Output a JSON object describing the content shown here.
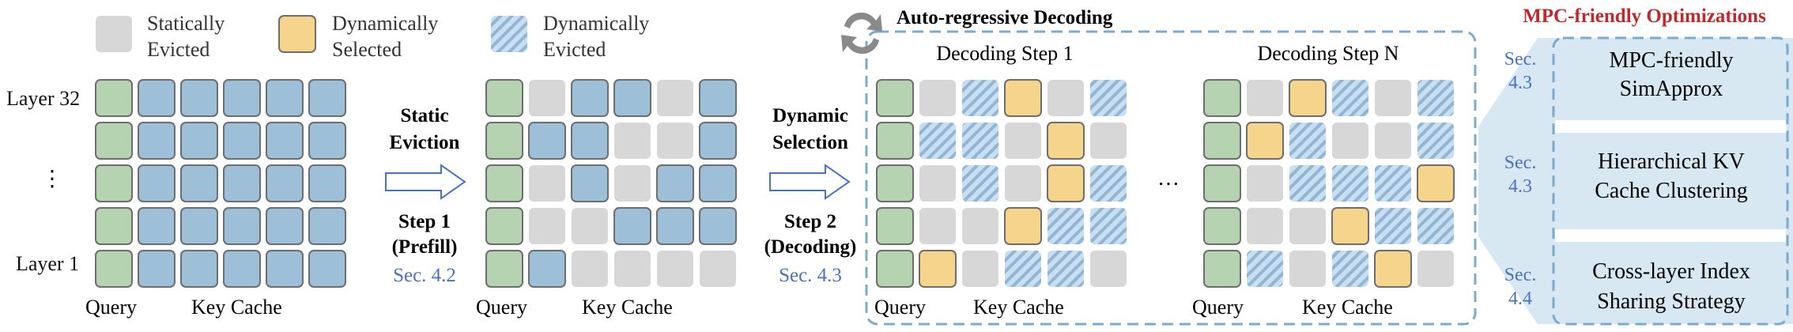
{
  "legend": {
    "static_l1": "Statically",
    "static_l2": "Evicted",
    "dynsel_l1": "Dynamically",
    "dynsel_l2": "Selected",
    "dynev_l1": "Dynamically",
    "dynev_l2": "Evicted"
  },
  "layers": {
    "top": "Layer 32",
    "dots": "⋮",
    "bottom": "Layer 1"
  },
  "labels": {
    "query": "Query",
    "key_cache": "Key Cache",
    "hdots": "…"
  },
  "step1": {
    "l1": "Static",
    "l2": "Eviction",
    "l3": "Step 1",
    "l4": "(Prefill)",
    "sec": "Sec. 4.2"
  },
  "step2": {
    "l1": "Dynamic",
    "l2": "Selection",
    "l3": "Step 2",
    "l4": "(Decoding)",
    "sec": "Sec. 4.3"
  },
  "autoreg": {
    "title": "Auto-regressive Decoding",
    "step_1": "Decoding Step 1",
    "step_n": "Decoding Step N"
  },
  "opt": {
    "title": "MPC-friendly Optimizations",
    "items": [
      {
        "sec1": "Sec.",
        "sec2": "4.3",
        "l1": "MPC-friendly",
        "l2": "SimApprox"
      },
      {
        "sec1": "Sec.",
        "sec2": "4.3",
        "l1": "Hierarchical KV",
        "l2": "Cache Clustering"
      },
      {
        "sec1": "Sec.",
        "sec2": "4.4",
        "l1": "Cross-layer Index",
        "l2": "Sharing Strategy"
      }
    ]
  },
  "grids": {
    "full": [
      "QBBBBB",
      "QBBBBB",
      "QBBBBB",
      "QBBBBB",
      "QBBBBB"
    ],
    "static": [
      "QGBBGB",
      "QBBGGB",
      "QGBGBB",
      "QGGBBB",
      "QBGGGG"
    ],
    "dec1": [
      "QGHYGH",
      "QHHGYG",
      "QGHGYH",
      "QGGYHH",
      "QYGHHG"
    ],
    "decn": [
      "QGYHGH",
      "QYHGGH",
      "QGHHHY",
      "QGGYHH",
      "QHGHYG"
    ]
  },
  "colors": {
    "query": "#b5d3b1",
    "kept": "#9dbfd8",
    "evicted": "#d7d7d7",
    "selected": "#f5d58c",
    "hatch_bg": "#c9dff0",
    "hatch_line": "#8fb6d6",
    "border": "#6e6e6e",
    "sec_blue": "#4a72c4",
    "red_title": "#c0292b",
    "dashed": "#7aabcf",
    "panel": "#d7e8f3"
  }
}
